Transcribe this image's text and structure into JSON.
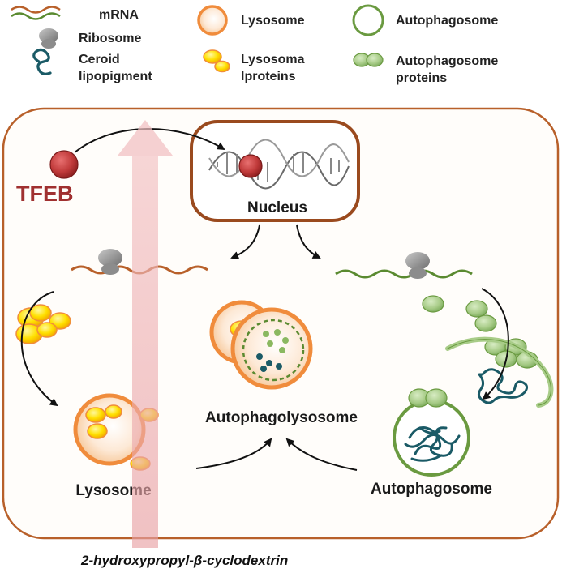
{
  "legend": {
    "mrna": "mRNA",
    "ribosome": "Ribosome",
    "ceroid_line1": "Ceroid",
    "ceroid_line2": "lipopigment",
    "lysosome": "Lysosome",
    "lysosomal_line1": "Lysosoma",
    "lysosomal_line2": "lproteins",
    "autophagosome": "Autophagosome",
    "autophagosome_proteins_line1": "Autophagosome",
    "autophagosome_proteins_line2": "proteins"
  },
  "diagram": {
    "tfeb": "TFEB",
    "nucleus": "Nucleus",
    "autophagolysosome": "Autophagolysosome",
    "lysosome": "Lysosome",
    "autophagosome": "Autophagosome",
    "drug": "2-hydroxypropyl-β-cyclodextrin"
  },
  "colors": {
    "cell_border": "#b8602a",
    "nucleus_border": "#9a4a1e",
    "tfeb_red": "#a03030",
    "lysosome_orange": "#f08c3c",
    "lysosomal_protein_yellow": "#ffe000",
    "autophagosome_green": "#6a9a40",
    "autophagosome_protein_green": "#a8cc88",
    "ceroid_teal": "#1a5a66",
    "drug_arrow_pink": "#e8a0a4"
  }
}
